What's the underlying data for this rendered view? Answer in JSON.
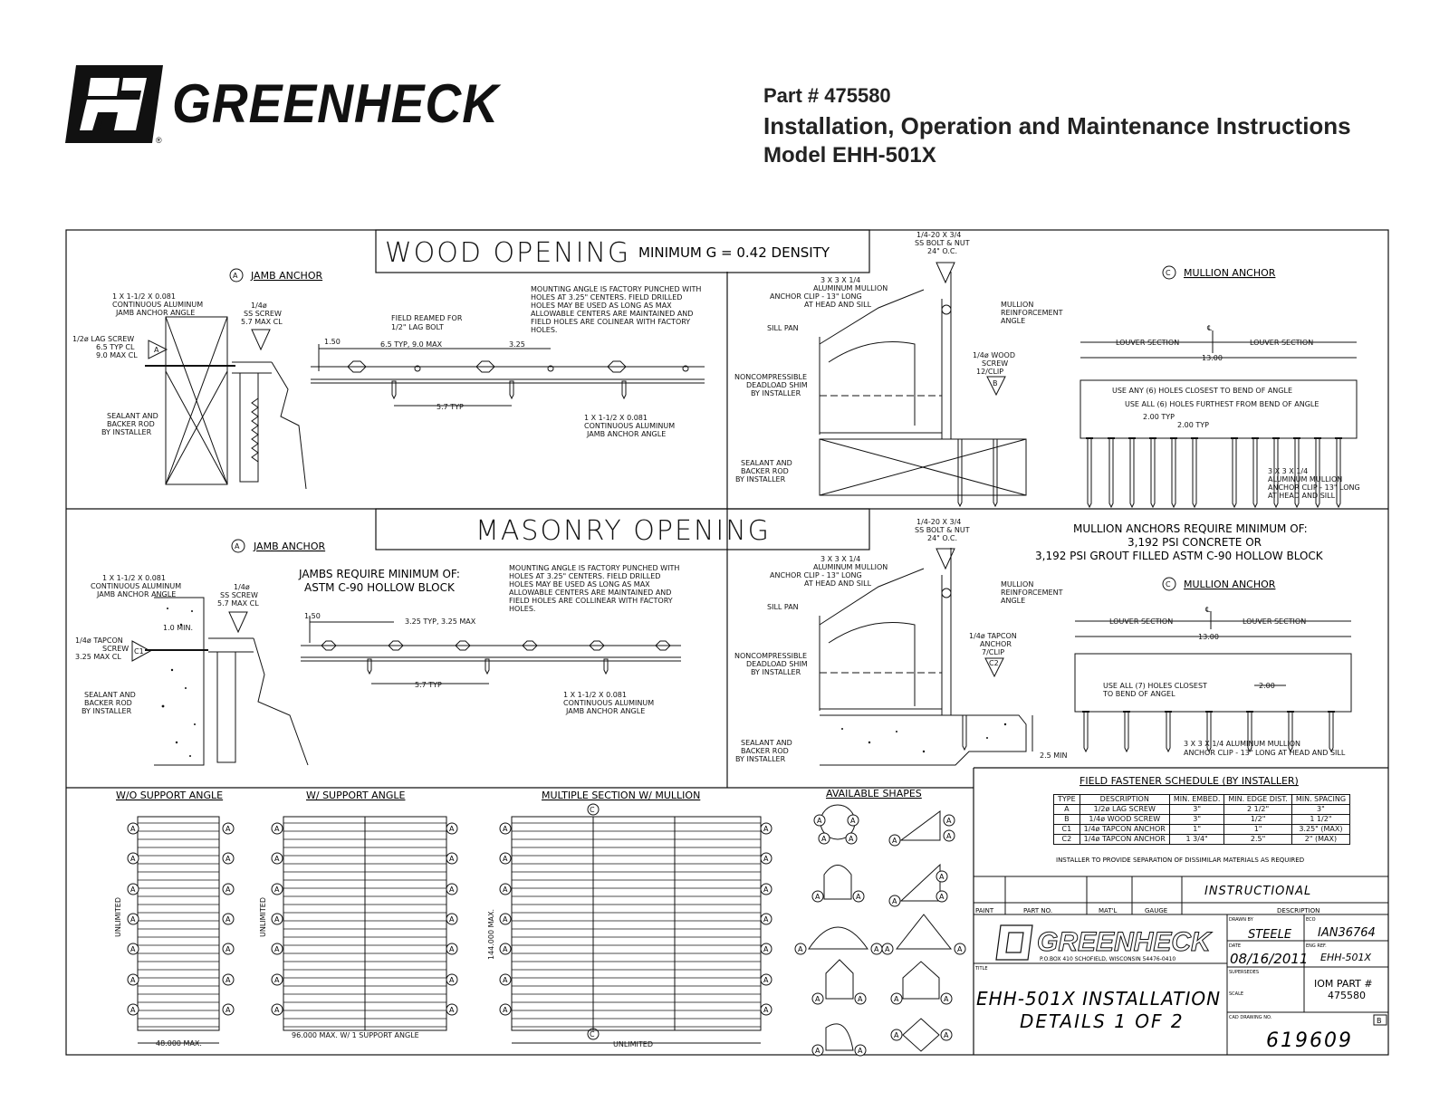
{
  "header": {
    "brand": "GREENHECK",
    "part": "Part # 475580",
    "doc_title": "Installation, Operation and Maintenance Instructions",
    "model": "Model EHH-501X"
  },
  "wood": {
    "title": "WOOD  OPENING",
    "subtitle": "MINIMUM G = 0.42 DENSITY",
    "jamb_label": "JAMB ANCHOR",
    "jamb_letter": "A",
    "mullion_letter": "C",
    "mullion_label": "MULLION ANCHOR",
    "notes": {
      "angle_spec": [
        "1 X 1-1/2 X 0.081",
        "CONTINUOUS ALUMINUM",
        "JAMB ANCHOR ANGLE"
      ],
      "ss_screw": [
        "1/4ø",
        "SS SCREW",
        "5.7 MAX CL"
      ],
      "lag": [
        "1/2ø LAG SCREW",
        "6.5 TYP CL",
        "9.0 MAX CL"
      ],
      "sealant": [
        "SEALANT AND",
        "BACKER ROD",
        "BY INSTALLER"
      ],
      "field_reamed": [
        "FIELD REAMED FOR",
        "1/2\" LAG BOLT"
      ],
      "mounting": [
        "MOUNTING ANGLE IS FACTORY PUNCHED WITH",
        "HOLES AT 3.25\" CENTERS. FIELD DRILLED",
        "HOLES MAY BE USED AS LONG AS MAX",
        "ALLOWABLE CENTERS ARE MAINTAINED AND",
        "FIELD HOLES ARE COLINEAR WITH FACTORY",
        "HOLES."
      ],
      "dim_150": "1.50",
      "dim_65": "6.5 TYP, 9.0 MAX",
      "dim_325": "3.25",
      "dim_57": "5.7 TYP",
      "angle_spec2": [
        "1 X 1-1/2 X 0.081",
        "CONTINUOUS ALUMINUM",
        "JAMB ANCHOR ANGLE"
      ],
      "bolt": [
        "1/4-20 X 3/4",
        "SS BOLT & NUT",
        "24\" O.C."
      ],
      "clip": [
        "3 X 3 X 1/4",
        "ALUMINUM MULLION",
        "ANCHOR CLIP - 13\" LONG",
        "AT HEAD AND SILL"
      ],
      "sill_pan": "SILL PAN",
      "shim": [
        "NONCOMPRESSIBLE",
        "DEADLOAD SHIM",
        "BY INSTALLER"
      ],
      "sealant2": [
        "SEALANT AND",
        "BACKER ROD",
        "BY INSTALLER"
      ],
      "mullion_reinf": [
        "MULLION",
        "REINFORCEMENT",
        "ANGLE"
      ],
      "wood_screw": [
        "1/4ø WOOD",
        "SCREW",
        "12/CLIP"
      ],
      "wood_screw_tag": "B",
      "louver_section": "LOUVER SECTION",
      "dim_13": "13.00",
      "use_any": "USE ANY (6) HOLES CLOSEST TO BEND OF ANGLE",
      "use_all": "USE ALL (6) HOLES FURTHEST FROM BEND OF ANGLE",
      "dim_200": "2.00 TYP",
      "clip2": [
        "3 X 3 X 1/4",
        "ALUMINUM MULLION",
        "ANCHOR CLIP - 13\" LONG",
        "AT HEAD AND SILL"
      ]
    }
  },
  "masonry": {
    "title": "MASONRY  OPENING",
    "jamb_label": "JAMB ANCHOR",
    "jamb_req": [
      "JAMBS REQUIRE MINIMUM OF:",
      "ASTM C-90 HOLLOW BLOCK"
    ],
    "mullion_req": [
      "MULLION ANCHORS REQUIRE MINIMUM OF:",
      "3,192 PSI CONCRETE OR",
      "3,192 PSI GROUT FILLED ASTM C-90 HOLLOW BLOCK"
    ],
    "mullion_label": "MULLION ANCHOR",
    "notes": {
      "angle_spec": [
        "1 X 1-1/2 X 0.081",
        "CONTINUOUS ALUMINUM",
        "JAMB ANCHOR ANGLE"
      ],
      "ss_screw": [
        "1/4ø",
        "SS SCREW",
        "5.7 MAX CL"
      ],
      "min_10": "1.0 MIN.",
      "tapcon": [
        "1/4ø TAPCON",
        "SCREW",
        "3.25 MAX CL"
      ],
      "tapcon_tag": "C1",
      "sealant": [
        "SEALANT AND",
        "BACKER ROD",
        "BY INSTALLER"
      ],
      "mounting": [
        "MOUNTING ANGLE IS FACTORY PUNCHED WITH",
        "HOLES AT 3.25\" CENTERS. FIELD DRILLED",
        "HOLES MAY BE USED AS LONG AS MAX",
        "ALLOWABLE CENTERS ARE MAINTAINED AND",
        "FIELD HOLES ARE COLLINEAR WITH FACTORY",
        "HOLES."
      ],
      "dim_150": "1.50",
      "dim_325": "3.25 TYP, 3.25 MAX",
      "dim_57": "5.7 TYP",
      "angle_spec2": [
        "1 X 1-1/2 X 0.081",
        "CONTINUOUS ALUMINUM",
        "JAMB ANCHOR ANGLE"
      ],
      "bolt": [
        "1/4-20 X 3/4",
        "SS BOLT & NUT",
        "24\" O.C."
      ],
      "clip": [
        "3 X 3 X 1/4",
        "ALUMINUM MULLION",
        "ANCHOR CLIP - 13\" LONG",
        "AT HEAD AND SILL"
      ],
      "sill_pan": "SILL PAN",
      "shim": [
        "NONCOMPRESSIBLE",
        "DEADLOAD SHIM",
        "BY INSTALLER"
      ],
      "sealant2": [
        "SEALANT AND",
        "BACKER ROD",
        "BY INSTALLER"
      ],
      "mullion_reinf": [
        "MULLION",
        "REINFORCEMENT",
        "ANGLE"
      ],
      "tapcon_anchor": [
        "1/4ø TAPCON",
        "ANCHOR",
        "7/CLIP"
      ],
      "tapcon_anchor_tag": "C2",
      "min_25": "2.5 MIN",
      "louver_section": "LOUVER SECTION",
      "dim_13": "13.00",
      "use_all": [
        "USE ALL (7) HOLES CLOSEST",
        "TO BEND OF ANGEL"
      ],
      "dim_200": "2.00",
      "clip2": [
        "3 X 3 X 1/4 ALUMINUM MULLION",
        "ANCHOR CLIP - 13\" LONG AT HEAD AND SILL"
      ]
    }
  },
  "bottom": {
    "wo_support": "W/O SUPPORT ANGLE",
    "w_support": "W/ SUPPORT ANGLE",
    "multiple": "MULTIPLE SECTION W/ MULLION",
    "shapes": "AVAILABLE SHAPES",
    "unlimited": "UNLIMITED",
    "dim_48": "48.000 MAX.",
    "dim_96": "96.000 MAX. W/ 1 SUPPORT ANGLE",
    "dim_144": "144.000 MAX.",
    "tag_a": "A",
    "tag_c": "C"
  },
  "schedule": {
    "title": "FIELD FASTENER SCHEDULE (BY INSTALLER)",
    "headers": [
      "TYPE",
      "DESCRIPTION",
      "MIN. EMBED.",
      "MIN. EDGE DIST.",
      "MIN. SPACING"
    ],
    "rows": [
      [
        "A",
        "1/2ø LAG SCREW",
        "3\"",
        "2 1/2\"",
        "3\""
      ],
      [
        "B",
        "1/4ø WOOD SCREW",
        "3\"",
        "1/2\"",
        "1 1/2\""
      ],
      [
        "C1",
        "1/4ø TAPCON ANCHOR",
        "1\"",
        "1\"",
        "3.25\" (MAX)"
      ],
      [
        "C2",
        "1/4ø TAPCON ANCHOR",
        "1 3/4\"",
        "2.5\"",
        "2\" (MAX)"
      ]
    ],
    "note": "INSTALLER TO PROVIDE SEPARATION OF DISSIMILAR MATERIALS AS REQUIRED"
  },
  "titleblock": {
    "instructional": "INSTRUCTIONAL",
    "paint": "PAINT",
    "part_no": "PART NO.",
    "matl": "MAT'L",
    "gauge": "GAUGE",
    "description": "DESCRIPTION",
    "brand": "GREENHECK",
    "address": "P.O.BOX 410 SCHOFIELD, WISCONSIN 54476-0410",
    "drawn_by_lbl": "DRAWN BY",
    "drawn_by": "STEELE",
    "eco_lbl": "ECO",
    "eco": "IAN36764",
    "date_lbl": "DATE",
    "date": "08/16/2011",
    "eng_ref_lbl": "ENG REF.",
    "eng_ref": "EHH-501X",
    "supersedes_lbl": "SUPERSEDES",
    "iom_part": [
      "IOM PART #",
      "475580"
    ],
    "title_lbl": "TITLE",
    "title": [
      "EHH-501X INSTALLATION",
      "DETAILS 1 OF 2"
    ],
    "scale_lbl": "SCALE",
    "cad_lbl": "CAD DRAWING NO.",
    "rev": "B",
    "drawing_no": "619609"
  }
}
